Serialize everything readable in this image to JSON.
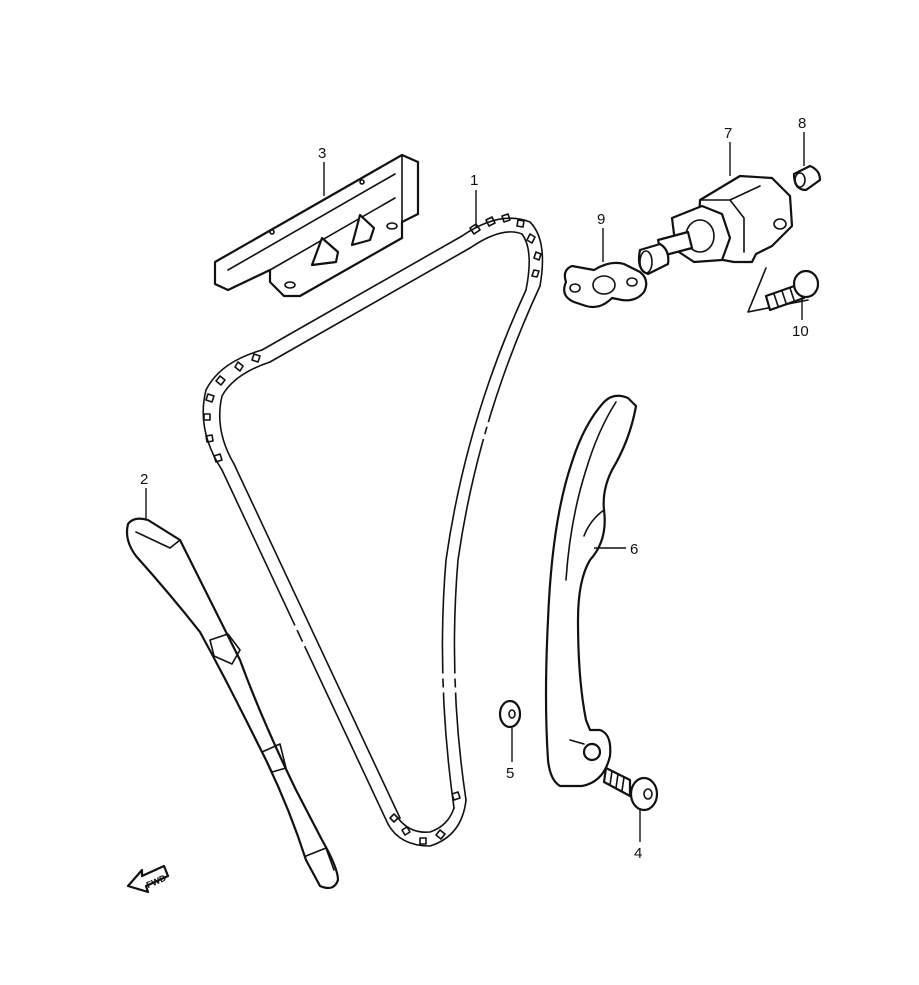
{
  "diagram": {
    "callouts": [
      "1",
      "2",
      "3",
      "4",
      "5",
      "6",
      "7",
      "8",
      "9",
      "10"
    ],
    "direction_indicator": "FWD"
  }
}
